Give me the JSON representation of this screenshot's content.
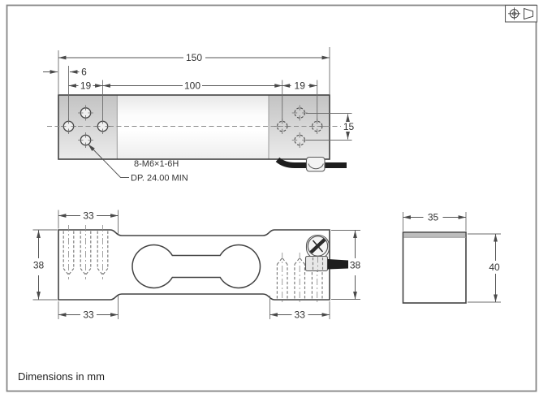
{
  "frame": {
    "units_note": "Dimensions in mm"
  },
  "projection": {
    "icon": "third-angle-projection-symbol"
  },
  "top_view": {
    "dim_overall_length": "150",
    "dim_edge_to_first_hole": "6",
    "dim_hole_pitch_left": "19",
    "dim_center_span": "100",
    "dim_hole_pitch_right": "19",
    "dim_hole_row_spacing": "15",
    "thread_note_line1": "8-M6×1-6H",
    "thread_note_line2": "DP. 24.00 MIN"
  },
  "front_view": {
    "dim_left_block_top": "33",
    "dim_left_block_bottom": "33",
    "dim_right_block_bottom": "33",
    "dim_height_left": "38",
    "dim_height_right": "38"
  },
  "end_view": {
    "dim_width": "35",
    "dim_height": "40"
  },
  "colors": {
    "line": "#424242",
    "dimension_line": "#555555",
    "text": "#333333",
    "cable": "#1e1e1e",
    "metal_light": "#f2f2f2",
    "metal_dark": "#c4c4c4"
  }
}
